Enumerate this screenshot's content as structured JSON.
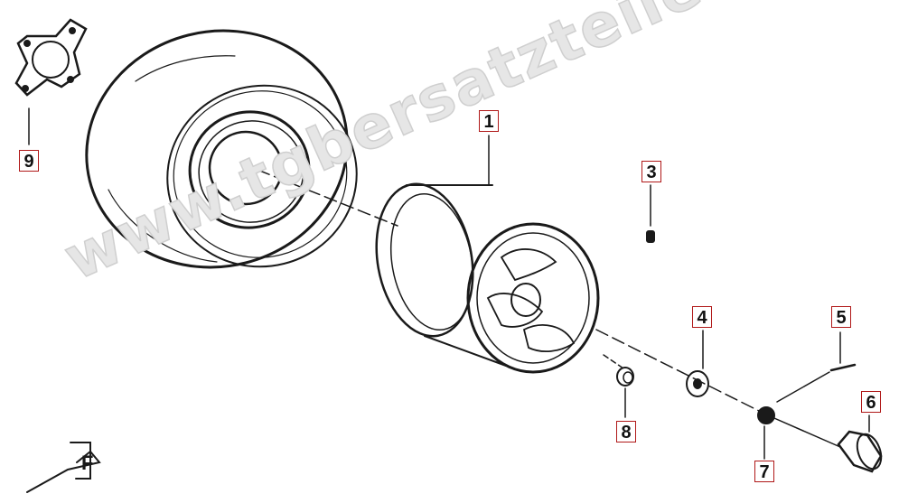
{
  "diagram": {
    "watermark": "www.tgbersatzteile.de",
    "callouts": [
      {
        "id": "1",
        "part": "rim"
      },
      {
        "id": "3",
        "part": "valve"
      },
      {
        "id": "4",
        "part": "washer"
      },
      {
        "id": "5",
        "part": "cotter-pin"
      },
      {
        "id": "6",
        "part": "hub-cap"
      },
      {
        "id": "7",
        "part": "castle-nut"
      },
      {
        "id": "8",
        "part": "wheel-nut"
      },
      {
        "id": "9",
        "part": "hub-plate"
      }
    ],
    "direction_marker": "F",
    "colors": {
      "line": "#1a1a1a",
      "callout_border": "#b01818",
      "watermark": "#e6e6e6"
    }
  }
}
